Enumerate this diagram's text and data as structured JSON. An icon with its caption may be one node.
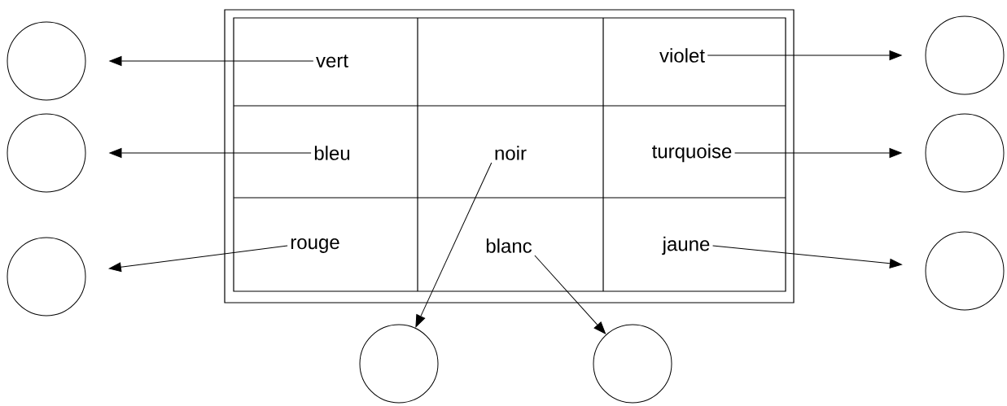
{
  "diagram": {
    "nodes": [
      {
        "text": [
          "vert"
        ]
      },
      {
        "text": [
          "violet"
        ]
      },
      {
        "text": [
          "bleu"
        ]
      },
      {
        "text": [
          "noir"
        ]
      },
      {
        "text": [
          "turquoise"
        ]
      },
      {
        "text": [
          "rouge"
        ]
      },
      {
        "text": [
          "blanc"
        ]
      },
      {
        "text": [
          "jaune"
        ]
      },
      {
        "text": [],
        "shape": "circle"
      },
      {
        "text": [],
        "shape": "circle"
      },
      {
        "text": [],
        "shape": "circle"
      },
      {
        "text": [],
        "shape": "circle"
      },
      {
        "text": [],
        "shape": "circle"
      },
      {
        "text": [],
        "shape": "circle"
      },
      {
        "text": [],
        "shape": "circle"
      },
      {
        "text": [],
        "shape": "circle"
      }
    ],
    "edges": [
      {
        "from": 0,
        "to": 8,
        "arrow": "to"
      },
      {
        "from": 1,
        "to": 9,
        "arrow": "to"
      },
      {
        "from": 2,
        "to": 10,
        "arrow": "to"
      },
      {
        "from": 4,
        "to": 11,
        "arrow": "to"
      },
      {
        "from": 5,
        "to": 12,
        "arrow": "to"
      },
      {
        "from": 7,
        "to": 13,
        "arrow": "to"
      },
      {
        "from": 3,
        "to": 14,
        "arrow": "to"
      },
      {
        "from": 6,
        "to": 15,
        "arrow": "to"
      }
    ]
  }
}
